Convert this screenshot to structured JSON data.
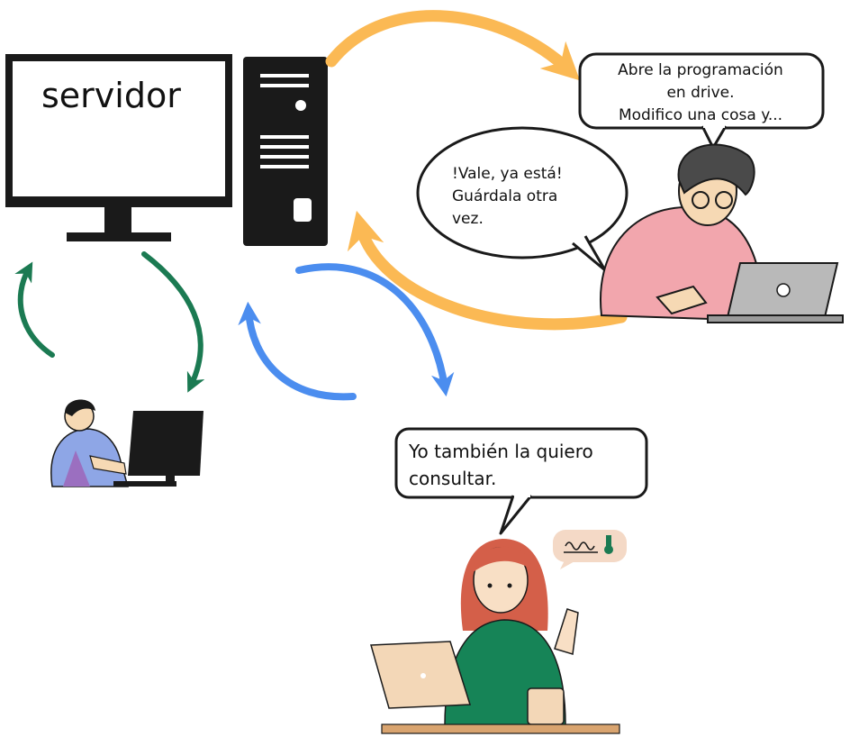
{
  "server": {
    "label": "servidor"
  },
  "bubbles": {
    "editor": [
      "Abre la programación",
      "en drive.",
      "Modifico una cosa y..."
    ],
    "reply": [
      "!Vale, ya está!",
      "Guárdala otra",
      "vez."
    ],
    "viewer": [
      "Yo también la quiero",
      "consultar."
    ]
  },
  "colors": {
    "orange_arrow": "#fbb954",
    "blue_arrow": "#4b8def",
    "green_arrow": "#1b7a52",
    "device": "#1a1a1a"
  }
}
